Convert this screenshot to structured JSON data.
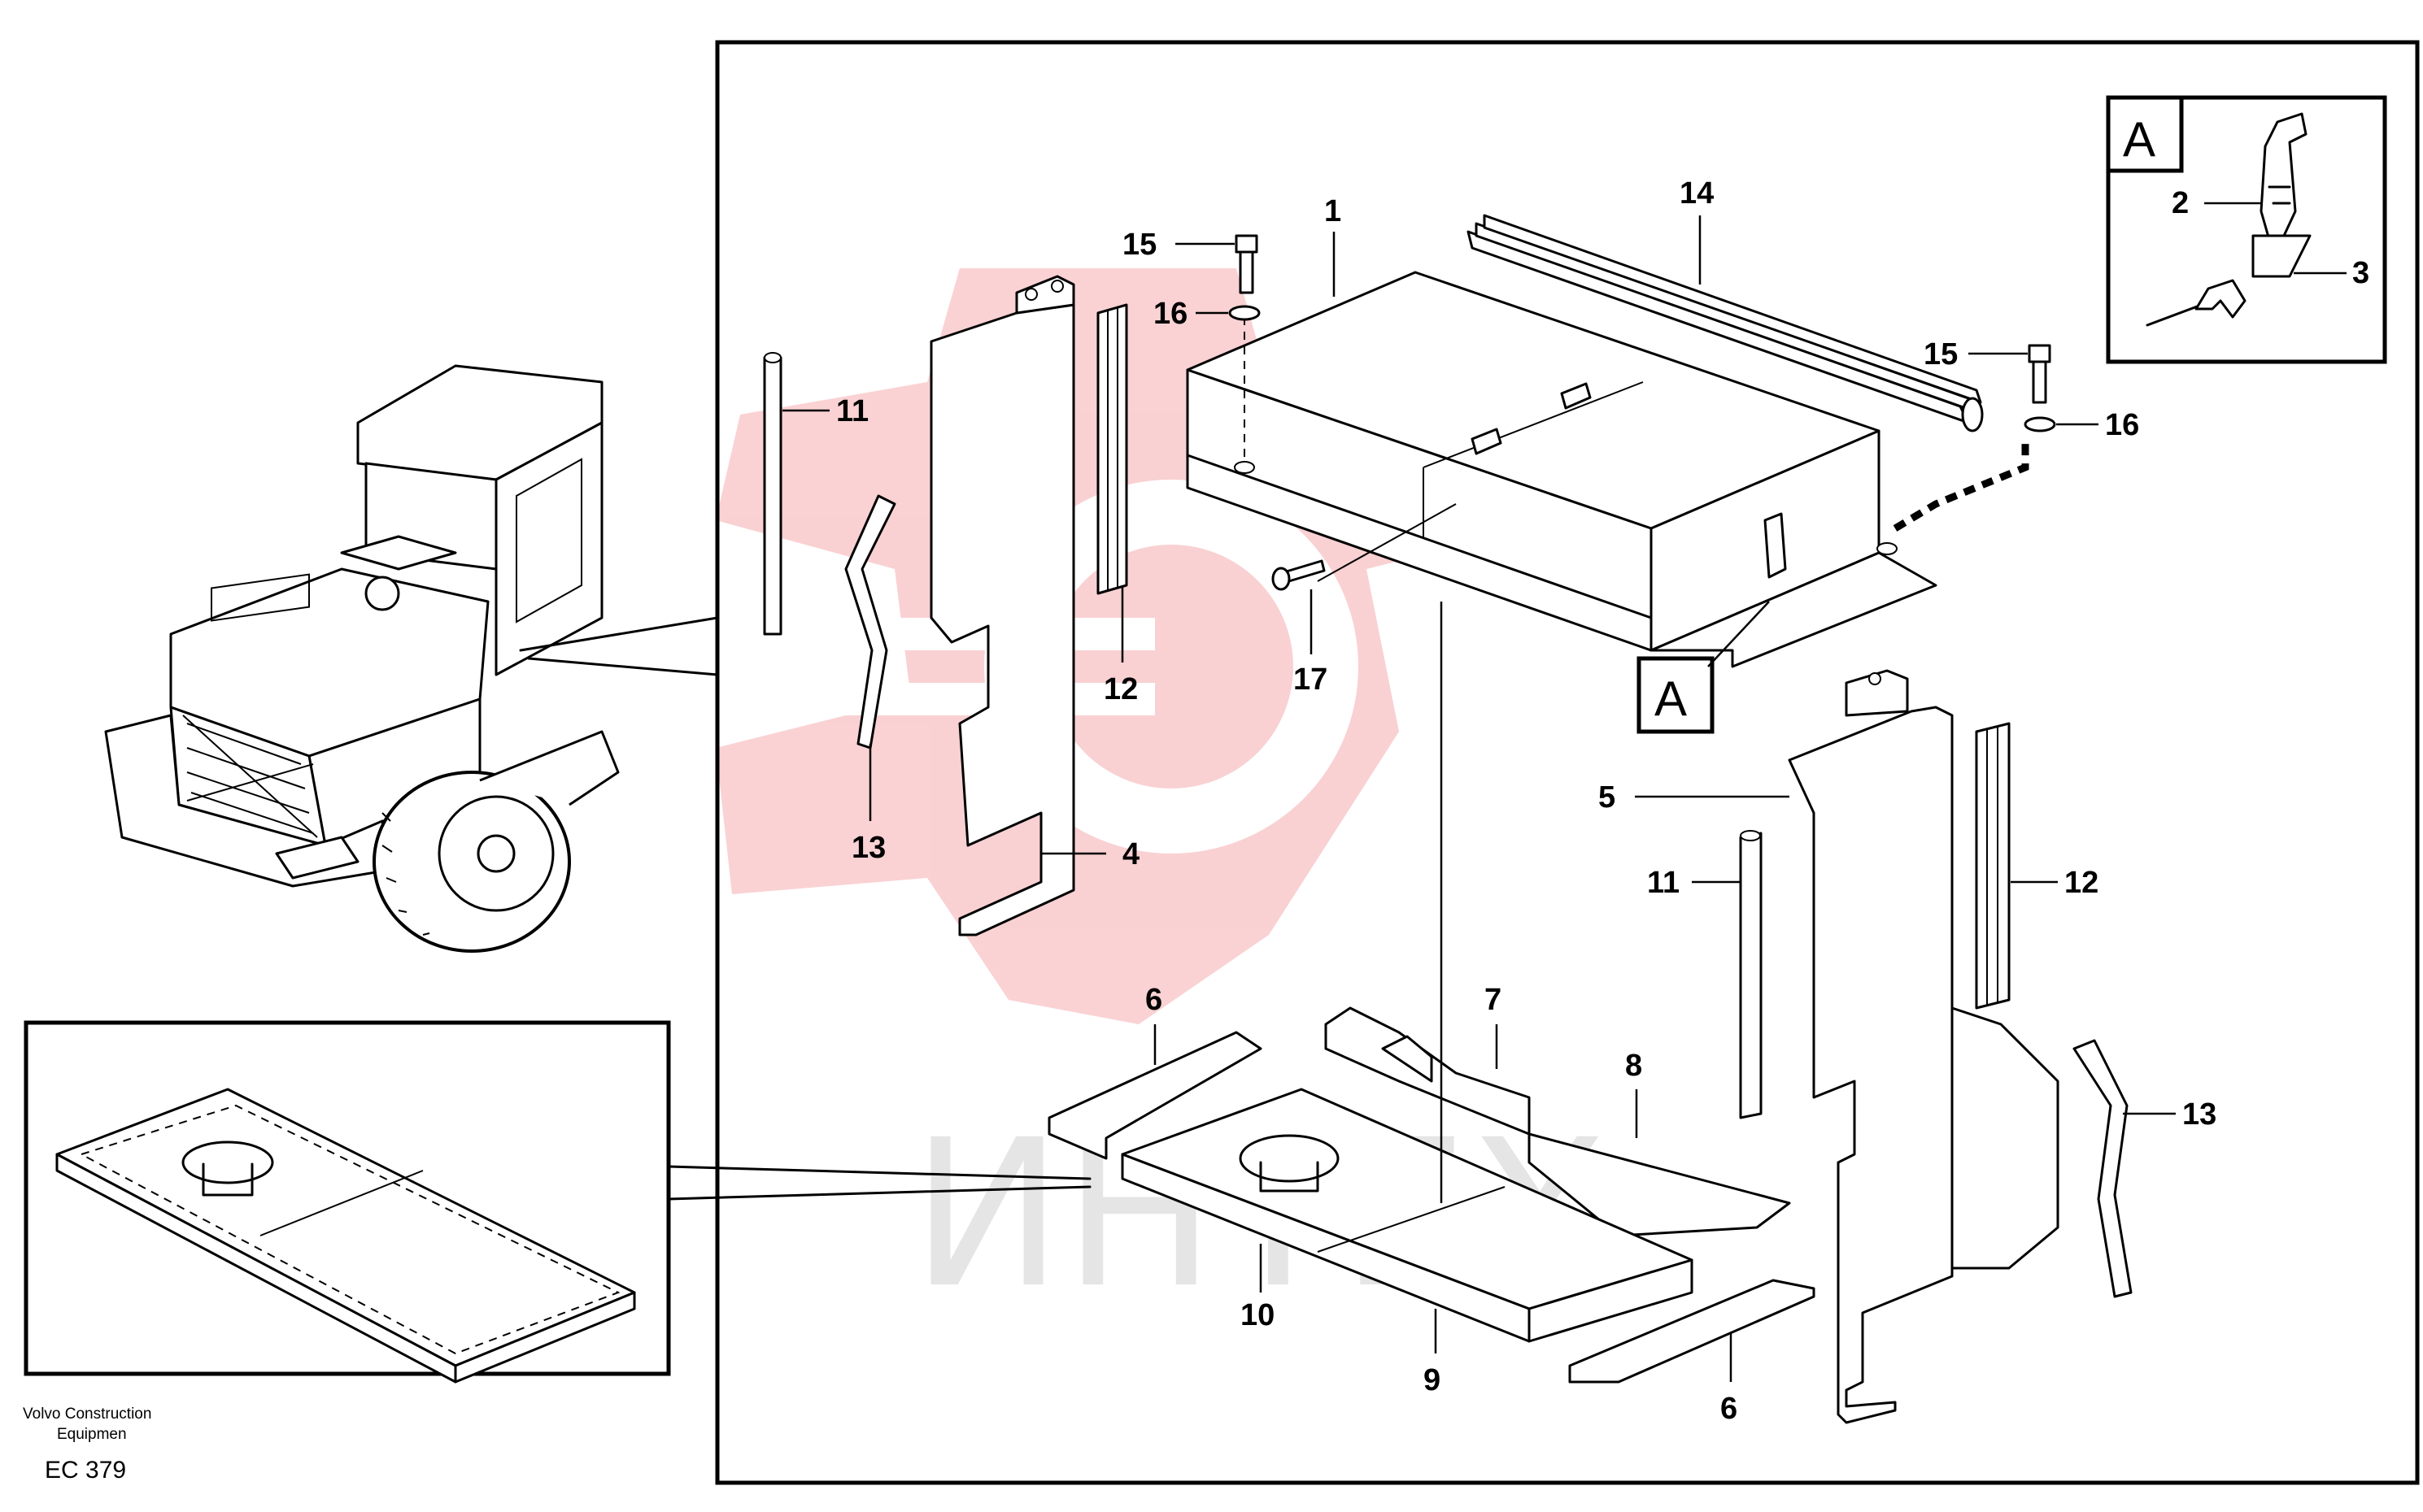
{
  "caption": {
    "maker_line1": "Volvo Construction",
    "maker_line2": "Equipmen",
    "code": "EC 379"
  },
  "watermark": {
    "text": "ИНТЕХ",
    "logo_color": "#e8343a"
  },
  "detail_view": {
    "label": "A",
    "callouts": [
      "2",
      "3"
    ]
  },
  "view_marker": "A",
  "callouts": {
    "c1": "1",
    "c4": "4",
    "c5": "5",
    "c6a": "6",
    "c6b": "6",
    "c7": "7",
    "c8": "8",
    "c9": "9",
    "c10": "10",
    "c11a": "11",
    "c11b": "11",
    "c12a": "12",
    "c12b": "12",
    "c13a": "13",
    "c13b": "13",
    "c14": "14",
    "c15a": "15",
    "c15b": "15",
    "c16a": "16",
    "c16b": "16",
    "c17": "17"
  }
}
